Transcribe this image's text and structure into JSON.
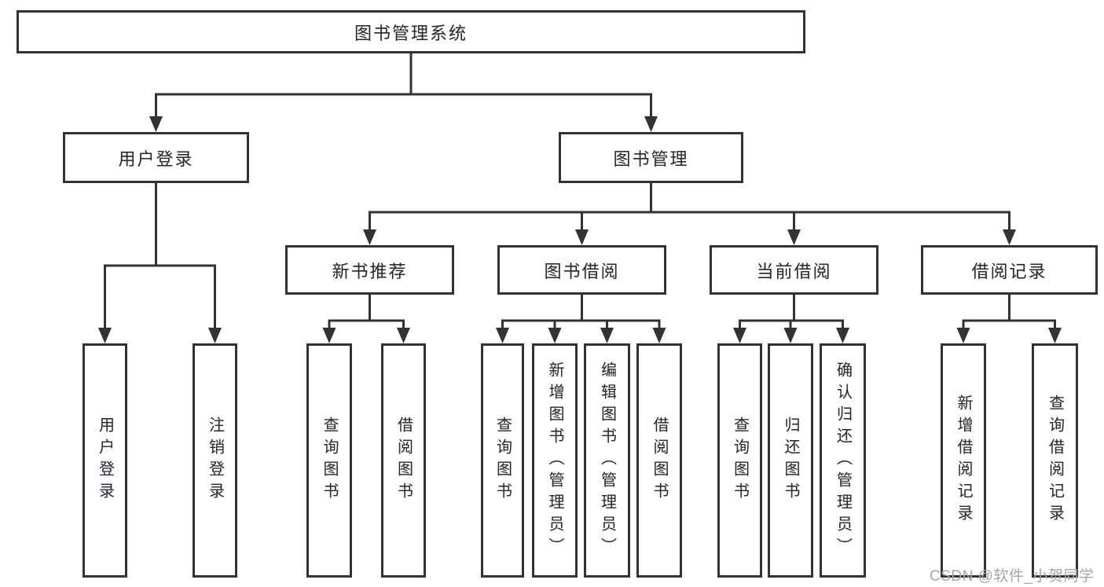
{
  "diagram": {
    "title": "图书管理系统",
    "level2": [
      {
        "label": "用户登录"
      },
      {
        "label": "图书管理"
      }
    ],
    "level3": [
      {
        "label": "新书推荐"
      },
      {
        "label": "图书借阅"
      },
      {
        "label": "当前借阅"
      },
      {
        "label": "借阅记录"
      }
    ],
    "leaves": [
      {
        "label": "用户登录"
      },
      {
        "label": "注销登录"
      },
      {
        "label": "查询图书"
      },
      {
        "label": "借阅图书"
      },
      {
        "label": "查询图书"
      },
      {
        "label": "新增图书（管理员）"
      },
      {
        "label": "编辑图书（管理员）"
      },
      {
        "label": "借阅图书"
      },
      {
        "label": "查询图书"
      },
      {
        "label": "归还图书"
      },
      {
        "label": "确认归还（管理员）"
      },
      {
        "label": "新增借阅记录"
      },
      {
        "label": "查询借阅记录"
      }
    ],
    "watermark": "CSDN @软件_小贺同学",
    "colors": {
      "line": "#333333",
      "box_border": "#333333",
      "text": "#2b2b2b",
      "watermark": "#a6a6a6",
      "background": "#ffffff"
    }
  }
}
